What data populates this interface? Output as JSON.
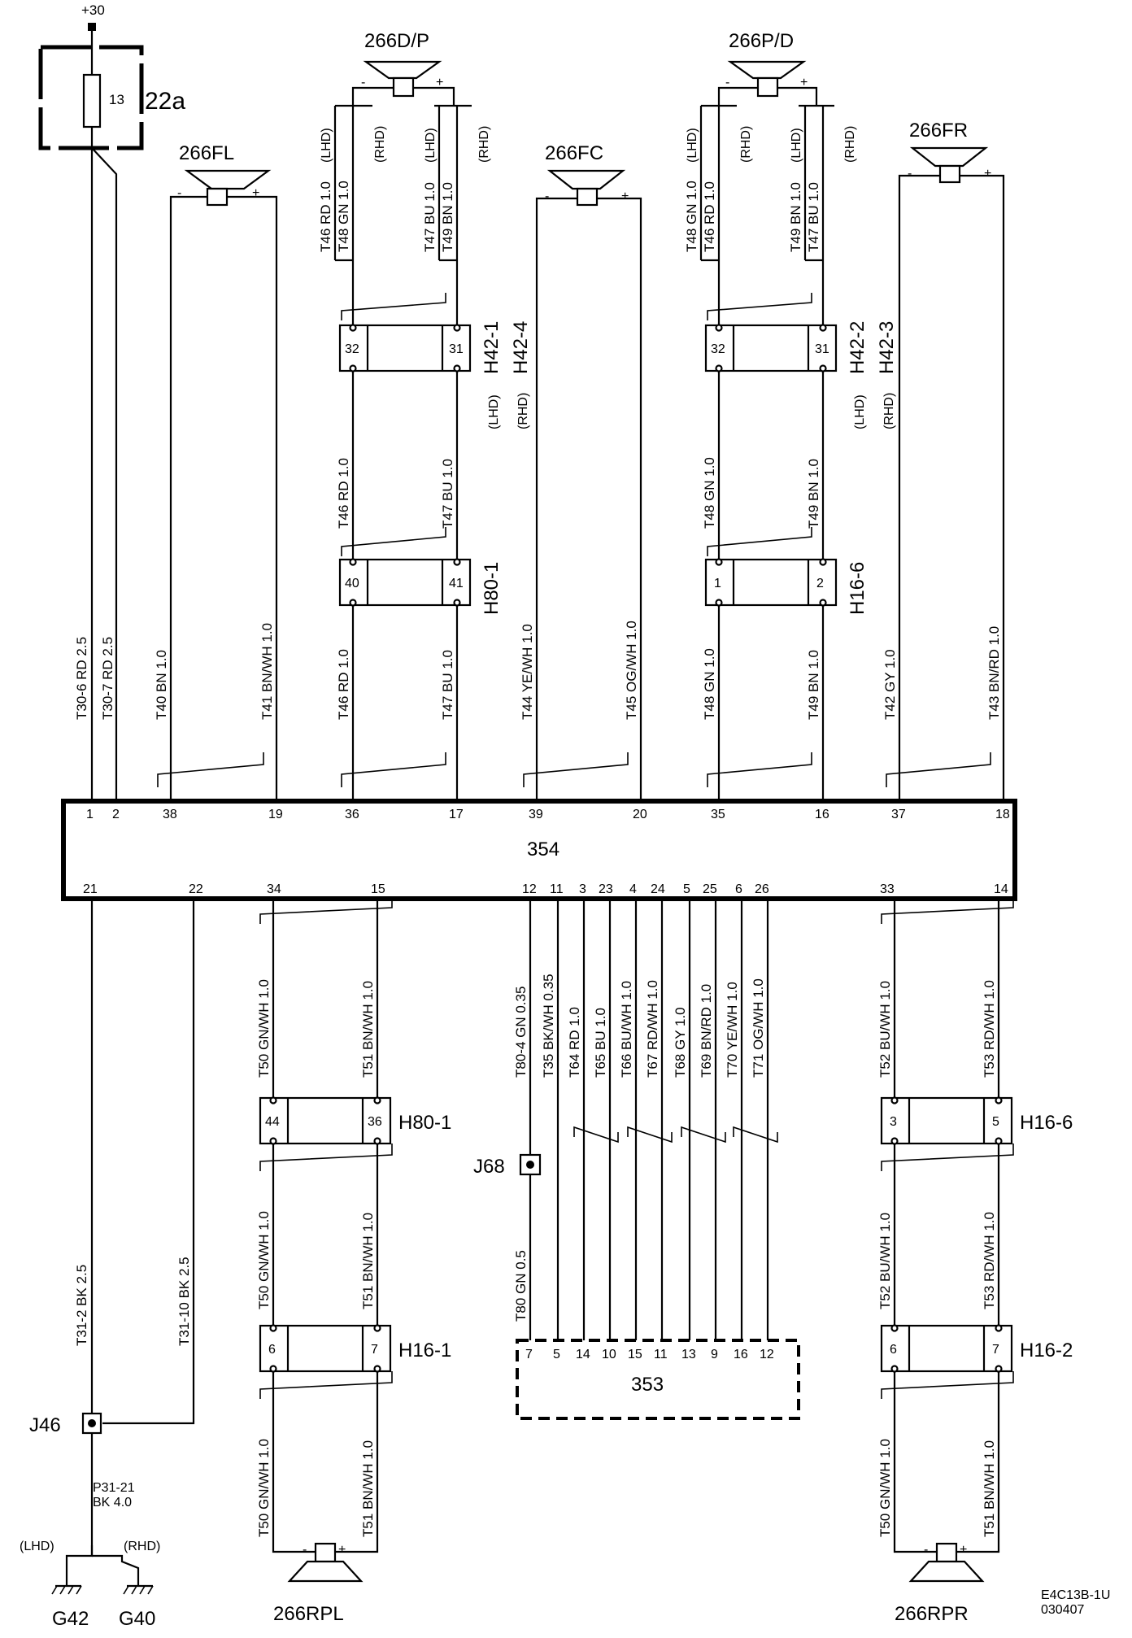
{
  "supply": "+30",
  "fuse": {
    "num": "13",
    "label": "22a"
  },
  "ecu": {
    "label": "354"
  },
  "amp": {
    "label": "353"
  },
  "ref": {
    "code": "E4C13B-1U",
    "date": "030407"
  },
  "speakers": {
    "fl": "266FL",
    "dp": "266D/P",
    "fc": "266FC",
    "pd": "266P/D",
    "fr": "266FR",
    "rpl": "266RPL",
    "rpr": "266RPR"
  },
  "connectors": {
    "h42_14": "H42-1",
    "h42_14b": "H42-4",
    "h42_23": "H42-2",
    "h42_23b": "H42-3",
    "h80_upper": "H80-1",
    "h16_6_upper": "H16-6",
    "h80_lower": "H80-1",
    "h16_6_lower": "H16-6",
    "h16_1": "H16-1",
    "h16_2": "H16-2"
  },
  "splices": {
    "j46": "J46",
    "j68": "J68"
  },
  "grounds": {
    "g42": "G42",
    "g40": "G40",
    "lhd": "(LHD)",
    "rhd": "(RHD)"
  },
  "drive": {
    "lhd": "(LHD)",
    "rhd": "(RHD)"
  },
  "pins": {
    "top": [
      "1",
      "2",
      "38",
      "19",
      "36",
      "17",
      "39",
      "20",
      "35",
      "16",
      "37",
      "18"
    ],
    "bottom": [
      "21",
      "22",
      "34",
      "15",
      "12",
      "11",
      "3",
      "23",
      "4",
      "24",
      "5",
      "25",
      "6",
      "26",
      "33",
      "14"
    ],
    "amp": [
      "7",
      "5",
      "14",
      "10",
      "15",
      "11",
      "13",
      "9",
      "16",
      "12"
    ],
    "h42_left": [
      "32",
      "31"
    ],
    "h42_right": [
      "32",
      "31"
    ],
    "h80_upper": [
      "40",
      "41"
    ],
    "h16_6_upper": [
      "1",
      "2"
    ],
    "h80_lower": [
      "44",
      "36"
    ],
    "h16_6_lower": [
      "3",
      "5"
    ],
    "h16_1": [
      "6",
      "7"
    ],
    "h16_2": [
      "6",
      "7"
    ]
  },
  "wires": {
    "t30_6": "T30-6  RD  2.5",
    "t30_7": "T30-7  RD  2.5",
    "t40": "T40  BN  1.0",
    "t41": "T41  BN/WH 1.0",
    "t46a": "T46  RD  1.0",
    "t47a": "T47  BU  1.0",
    "t46b": "T46  RD  1.0",
    "t47b": "T47  BU  1.0",
    "t46_top": "T46  RD  1.0",
    "t48_top_l": "T48  GN  1.0",
    "t47_top": "T47  BU  1.0",
    "t49_top_l": "T49  BN  1.0",
    "t44": "T44  YE/WH 1.0",
    "t45": "T45  OG/WH 1.0",
    "t48_top_r": "T48  GN  1.0",
    "t46_top_r": "T46  RD  1.0",
    "t49_top_r": "T49  BN  1.0",
    "t47_top_r": "T47  BU  1.0",
    "t48a": "T48  GN  1.0",
    "t49a": "T49  BN  1.0",
    "t48b": "T48  GN  1.0",
    "t49b": "T49  BN  1.0",
    "t42": "T42  GY  1.0",
    "t43": "T43  BN/RD 1.0",
    "t31_2": "T31-2  BK  2.5",
    "t31_10": "T31-10  BK  2.5",
    "p31_21a": "P31-21",
    "p31_21b": "BK 4.0",
    "t50a": "T50  GN/WH 1.0",
    "t51a": "T51  BN/WH 1.0",
    "t50b": "T50  GN/WH 1.0",
    "t51b": "T51  BN/WH 1.0",
    "t50c": "T50  GN/WH 1.0",
    "t51c": "T51  BN/WH 1.0",
    "t80_4": "T80-4  GN  0.35",
    "t35": "T35  BK/WH 0.35",
    "t64": "T64  RD  1.0",
    "t65": "T65  BU  1.0",
    "t66": "T66  BU/WH 1.0",
    "t67": "T67  RD/WH 1.0",
    "t68": "T68  GY  1.0",
    "t69": "T69  BN/RD 1.0",
    "t70": "T70  YE/WH 1.0",
    "t71": "T71  OG/WH 1.0",
    "t80": "T80  GN  0.5",
    "t52a": "T52  BU/WH 1.0",
    "t53a": "T53  RD/WH 1.0",
    "t52b": "T52  BU/WH 1.0",
    "t53b": "T53  RD/WH 1.0",
    "t50d": "T50  GN/WH 1.0",
    "t51d": "T51  BN/WH 1.0"
  }
}
